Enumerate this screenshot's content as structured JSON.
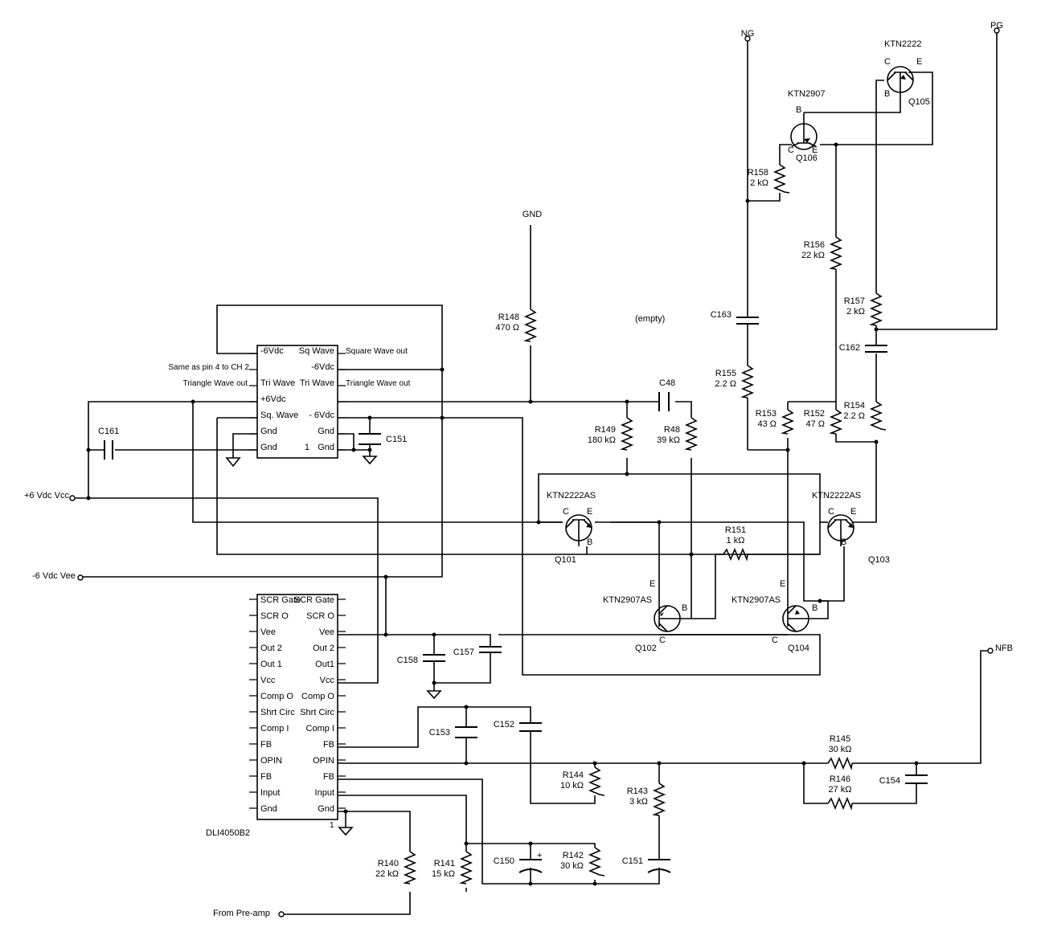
{
  "ports": {
    "ng": "NG",
    "pg": "PG",
    "gnd": "GND",
    "nfb": "NFB",
    "vcc": "+6 Vdc Vcc",
    "vee": "-6 Vdc Vee",
    "preamp": "From Pre-amp"
  },
  "placeholder": "(empty)",
  "generator": {
    "left_pins": [
      "-6Vdc",
      "Same as pin 4 to CH 2",
      "Tri Wave",
      "+6Vdc",
      "Sq. Wave",
      "Gnd",
      "Gnd"
    ],
    "right_pins": [
      "Sq Wave",
      "-6Vdc",
      "Tri Wave",
      "",
      "- 6Vdc",
      "Gnd",
      "Gnd"
    ],
    "pin1_marker": "1",
    "notes": {
      "same_as_pin4": "Same as pin 4 to CH 2",
      "triangle_in": "Triangle Wave out",
      "square_out": "Square Wave out",
      "triangle_out": "Triangle Wave out"
    }
  },
  "ic": {
    "name": "DLI4050B2",
    "pin1_marker": "1",
    "left_pins": [
      "SCR Gate",
      "SCR O",
      "Vee",
      "Out 2",
      "Out 1",
      "Vcc",
      "Comp O",
      "Shrt Circ",
      "Comp I",
      "FB",
      "OPIN",
      "FB",
      "Input",
      "Gnd"
    ],
    "right_pins": [
      "SCR Gate",
      "SCR O",
      "Vee",
      "Out 2",
      "Out1",
      "Vcc",
      "Comp O",
      "Shrt Circ",
      "Comp I",
      "FB",
      "OPIN",
      "FB",
      "Input",
      "Gnd"
    ]
  },
  "transistors": {
    "Q101": {
      "ref": "Q101",
      "part": "KTN2222AS",
      "c": "C",
      "e": "E",
      "b": "B"
    },
    "Q102": {
      "ref": "Q102",
      "part": "KTN2907AS",
      "c": "C",
      "e": "E",
      "b": "B"
    },
    "Q103": {
      "ref": "Q103",
      "part": "KTN2222AS",
      "c": "C",
      "e": "E",
      "b": "B"
    },
    "Q104": {
      "ref": "Q104",
      "part": "KTN2907AS",
      "c": "C",
      "e": "E",
      "b": "B"
    },
    "Q105": {
      "ref": "Q105",
      "part": "KTN2222",
      "c": "C",
      "e": "E",
      "b": "B"
    },
    "Q106": {
      "ref": "Q106",
      "part": "KTN2907",
      "c": "C",
      "e": "E",
      "b": "B"
    }
  },
  "resistors": {
    "R140": {
      "ref": "R140",
      "value": "22 kΩ"
    },
    "R141": {
      "ref": "R141",
      "value": "15 kΩ"
    },
    "R142": {
      "ref": "R142",
      "value": "30 kΩ"
    },
    "R143": {
      "ref": "R143",
      "value": "3 kΩ"
    },
    "R144": {
      "ref": "R144",
      "value": "10 kΩ"
    },
    "R145": {
      "ref": "R145",
      "value": "30 kΩ"
    },
    "R146": {
      "ref": "R146",
      "value": "27 kΩ"
    },
    "R148": {
      "ref": "R148",
      "value": "470 Ω"
    },
    "R149": {
      "ref": "R149",
      "value": "180 kΩ"
    },
    "R48": {
      "ref": "R48",
      "value": "39 kΩ"
    },
    "R151": {
      "ref": "R151",
      "value": "1 kΩ"
    },
    "R152": {
      "ref": "R152",
      "value": "47 Ω"
    },
    "R153": {
      "ref": "R153",
      "value": "43 Ω"
    },
    "R154": {
      "ref": "R154",
      "value": "2.2 Ω"
    },
    "R155": {
      "ref": "R155",
      "value": "2.2 Ω"
    },
    "R156": {
      "ref": "R156",
      "value": "22 kΩ"
    },
    "R157": {
      "ref": "R157",
      "value": "2 kΩ"
    },
    "R158": {
      "ref": "R158",
      "value": "2 kΩ"
    }
  },
  "capacitors": {
    "C48": "C48",
    "C150": "C150",
    "C151a": "C151",
    "C151b": "C151",
    "C152": "C152",
    "C153": "C153",
    "C154": "C154",
    "C157": "C157",
    "C158": "C158",
    "C161": "C161",
    "C162": "C162",
    "C163": "C163"
  },
  "polarity_mark": "+"
}
